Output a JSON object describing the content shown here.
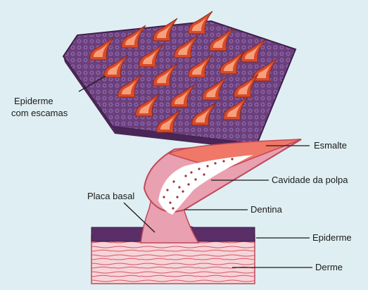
{
  "labels": {
    "epiderme_escamas_l1": "Epiderme",
    "epiderme_escamas_l2": "com escamas",
    "esmalte": "Esmalte",
    "cavidade_polpa": "Cavidade da polpa",
    "placa_basal": "Placa basal",
    "dentina": "Dentina",
    "epiderme": "Epiderme",
    "derme": "Derme"
  },
  "colors": {
    "background": "#dfeef2",
    "skin_sheet": "#6b3f7a",
    "skin_dots": "#8a62a6",
    "scale_outer": "#d94b2b",
    "scale_inner": "#f6a07a",
    "enamel": "#f07868",
    "dentin": "#e9a0b0",
    "pulp": "#ffffff",
    "epidermis_band": "#5a2e66",
    "dermis": "#f7d4d8",
    "dermis_fibers": "#d25565"
  }
}
